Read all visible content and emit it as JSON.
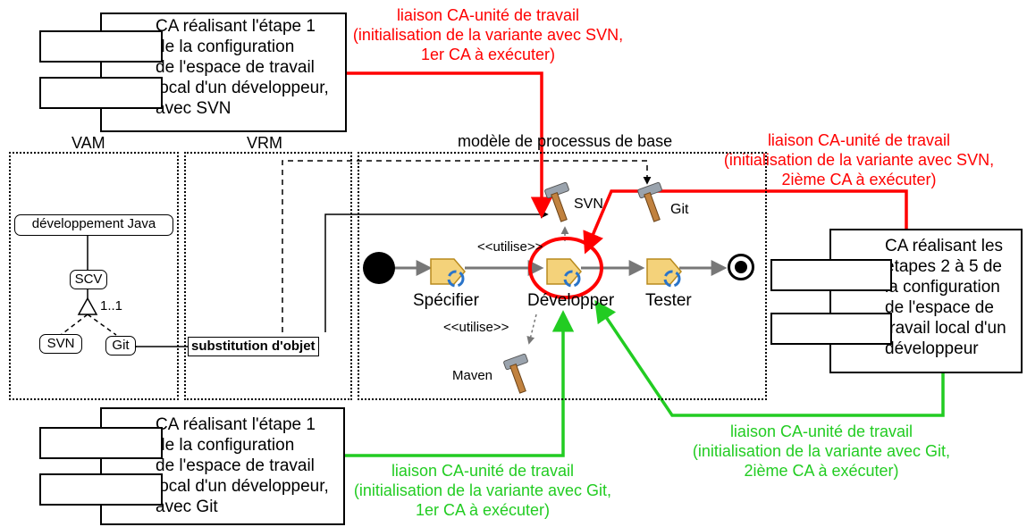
{
  "ca_boxes": {
    "svn_step1": {
      "text": "CA réalisant l'étape 1\nde la configuration\nde l'espace de travail\nlocal d'un développeur,\navec SVN"
    },
    "git_step1": {
      "text": "CA réalisant l'étape 1\nde la configuration\nde l'espace de travail\nlocal d'un développeur,\navec Git"
    },
    "steps_2_5": {
      "text": "CA réalisant les\nétapes 2 à 5 de\nla configuration\nde l'espace de\ntravail local d'un\ndéveloppeur"
    }
  },
  "links": {
    "svn_first": "liaison CA-unité de travail\n(initialisation de la variante avec SVN,\n1er CA à exécuter)",
    "svn_second": "liaison CA-unité de travail\n(initialisation de la variante avec SVN,\n2ième CA à exécuter)",
    "git_first": "liaison CA-unité de travail\n(initialisation de la variante avec Git,\n1er CA à exécuter)",
    "git_second": "liaison CA-unité de travail\n(initialisation de la variante avec Git,\n2ième CA à exécuter)"
  },
  "zones": {
    "vam": "VAM",
    "vrm": "VRM",
    "base": "modèle de processus de base"
  },
  "vam": {
    "root": "développement Java",
    "scv": "SCV",
    "multiplicity": "1..1",
    "svn": "SVN",
    "git": "Git"
  },
  "vrm": {
    "substitution": "substitution d'objet"
  },
  "process": {
    "tasks": [
      "Spécifier",
      "Développer",
      "Tester"
    ],
    "tools": {
      "svn": "SVN",
      "git": "Git",
      "maven": "Maven"
    },
    "stereotype_top": "<<utilise>>",
    "stereotype_bottom": "<<utilise>>"
  },
  "colors": {
    "red": "#ff0000",
    "green": "#22cc22"
  }
}
